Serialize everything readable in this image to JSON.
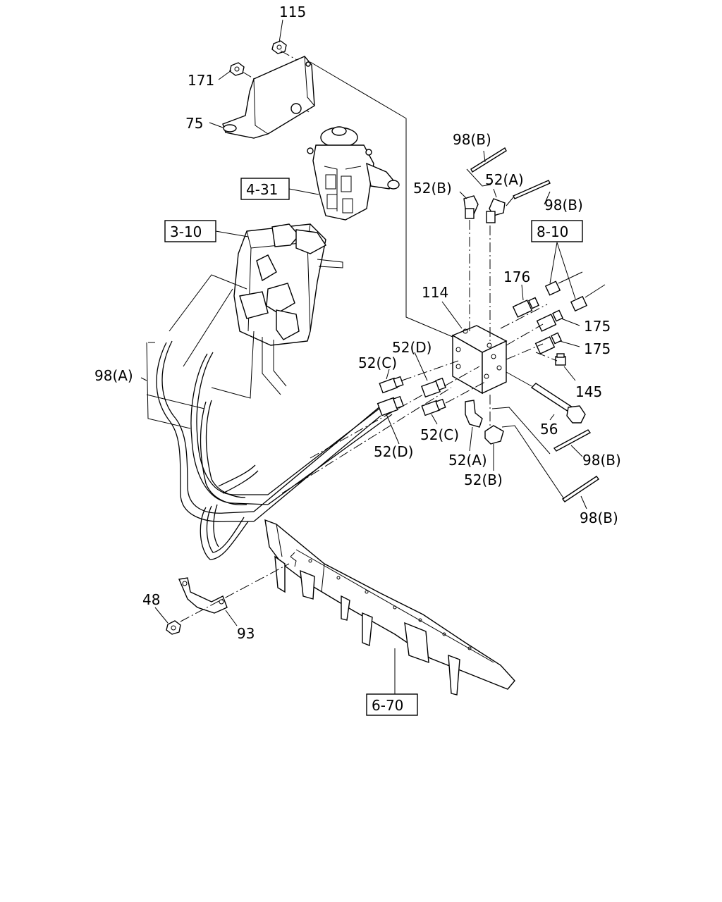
{
  "labels": {
    "p115": "115",
    "p171": "171",
    "p75": "75",
    "r431": "4-31",
    "r310": "3-10",
    "p98b_1": "98(B)",
    "p52b_1": "52(B)",
    "p52a_1": "52(A)",
    "p98b_2": "98(B)",
    "r810": "8-10",
    "p176": "176",
    "p114": "114",
    "p175_1": "175",
    "p175_2": "175",
    "p52d_1": "52(D)",
    "p52c_1": "52(C)",
    "p98a": "98(A)",
    "p145": "145",
    "p56": "56",
    "p98b_3": "98(B)",
    "p52c_2": "52(C)",
    "p52d_2": "52(D)",
    "p52a_2": "52(A)",
    "p52b_2": "52(B)",
    "p98b_4": "98(B)",
    "p48": "48",
    "p93": "93",
    "r670": "6-70"
  }
}
